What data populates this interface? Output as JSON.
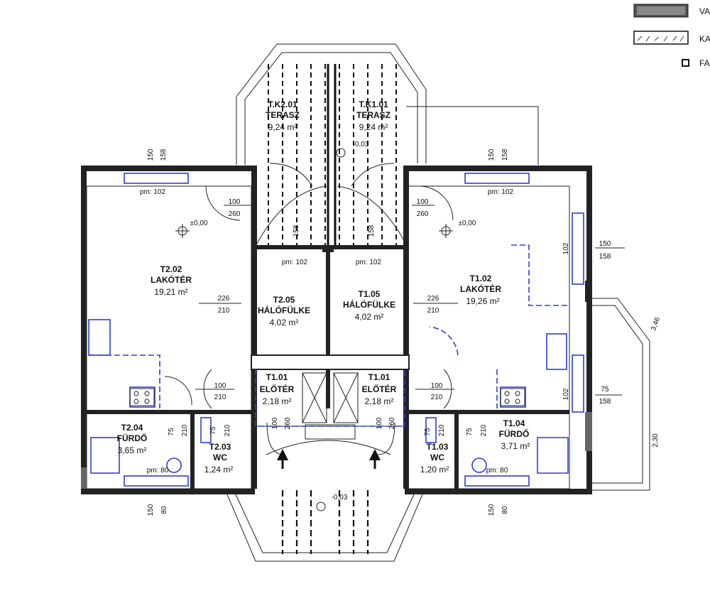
{
  "legend": [
    {
      "code": "VA",
      "pattern": "solid-hatch"
    },
    {
      "code": "KA",
      "pattern": "brick"
    },
    {
      "code": "FA",
      "pattern": "square"
    }
  ],
  "rooms": [
    {
      "id": "T.K2.01",
      "name": "TERASZ",
      "area": "9,24 m²"
    },
    {
      "id": "T.K1.01",
      "name": "TERASZ",
      "area": "9,24 m²"
    },
    {
      "id": "T2.02",
      "name": "LAKÓTÉR",
      "area": "19,21 m²"
    },
    {
      "id": "T2.05",
      "name": "HÁLÓFÜLKE",
      "area": "4,02 m²"
    },
    {
      "id": "T1.05",
      "name": "HÁLÓFÜLKE",
      "area": "4,02 m²"
    },
    {
      "id": "T1.02",
      "name": "LAKÓTÉR",
      "area": "19,26 m²"
    },
    {
      "id": "T1.01",
      "name": "ELŐTÉR",
      "area": "2,18 m²"
    },
    {
      "id": "T1.01",
      "name": "ELŐTÉR",
      "area": "2,18 m²"
    },
    {
      "id": "T2.04",
      "name": "FÜRDŐ",
      "area": "3,65 m²"
    },
    {
      "id": "T2.03",
      "name": "WC",
      "area": "1,24 m²"
    },
    {
      "id": "T1.03",
      "name": "WC",
      "area": "1,20 m²"
    },
    {
      "id": "T1.04",
      "name": "FÜRDŐ",
      "area": "3,71 m²"
    }
  ],
  "levels": {
    "terrace_top": "-0,03",
    "terrace_bottom": "-0,03",
    "left": "±0,00",
    "right": "±0,00"
  },
  "sill_labels": {
    "pm": "pm: 102",
    "pm80": "pm: 80"
  },
  "dimensions": {
    "d150": "150",
    "d158": "158",
    "d100": "100",
    "d260": "260",
    "d226": "226",
    "d210": "210",
    "d75": "75",
    "d80": "80",
    "d346": "3,46",
    "d230": "2,30",
    "d102": "102"
  }
}
